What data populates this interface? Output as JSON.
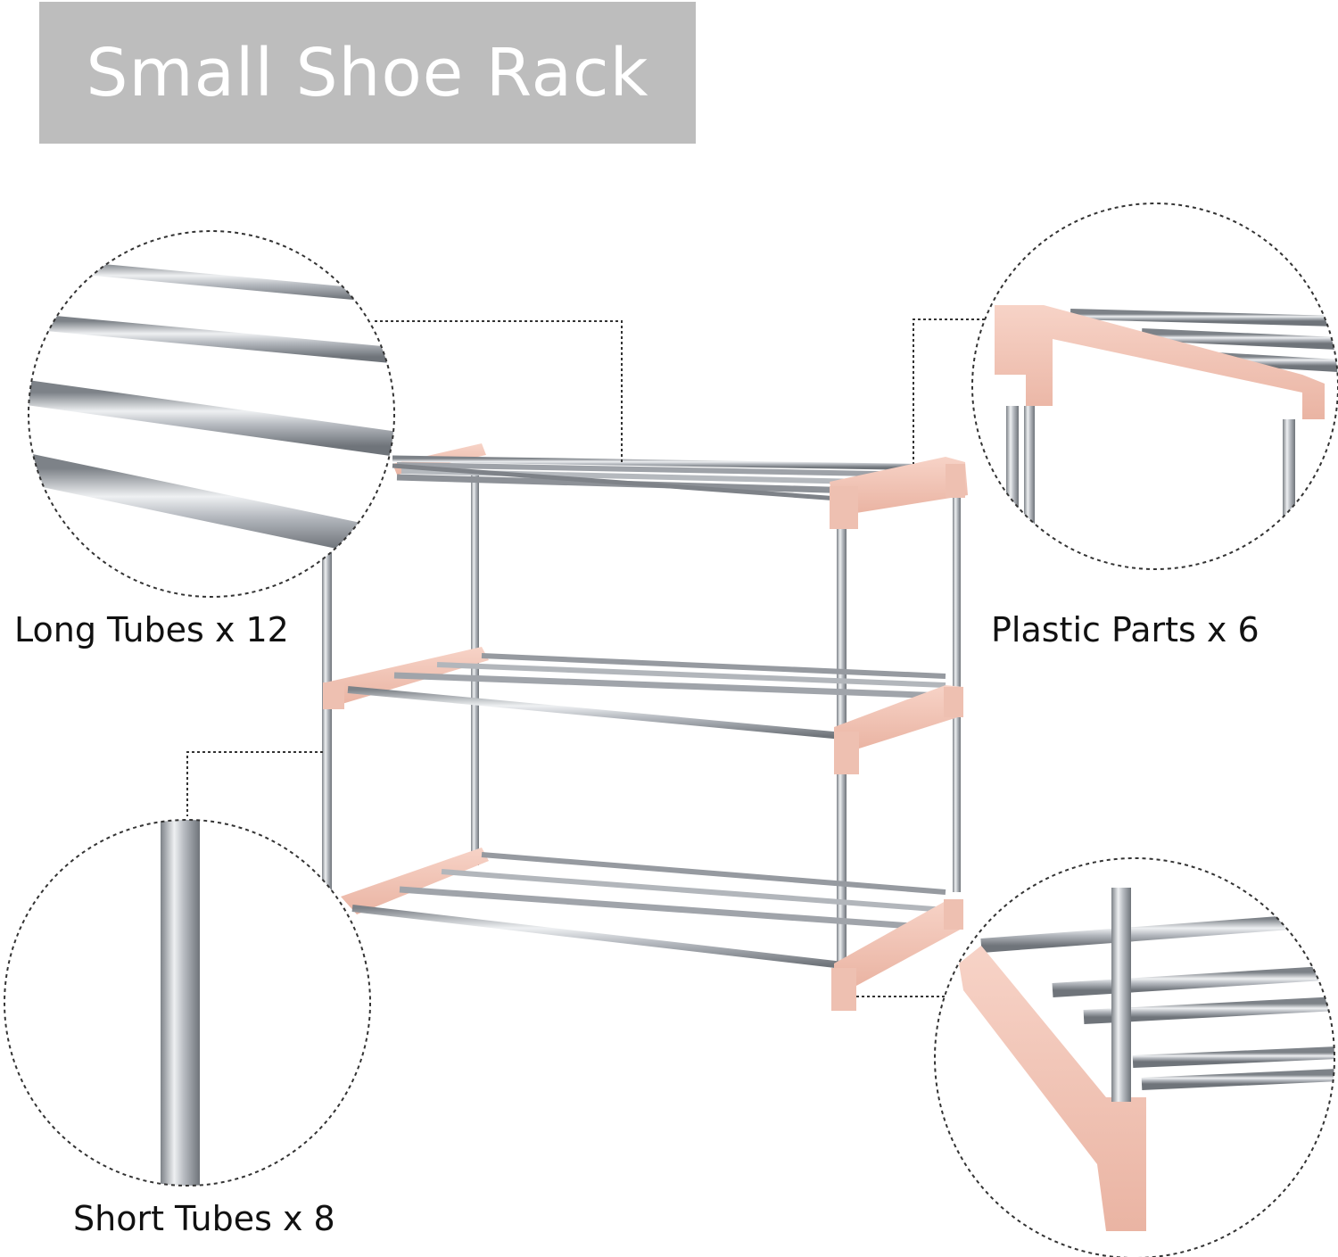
{
  "title": "Small Shoe Rack",
  "labels": {
    "long_tubes": "Long Tubes x 12",
    "plastic_parts": "Plastic Parts x 6",
    "short_tubes": "Short Tubes x 8"
  },
  "colors": {
    "title_background": "#bdbdbd",
    "title_text": "#ffffff",
    "plastic": "#f2c6b8",
    "steel": "#a9adb3",
    "callout_line": "#333333"
  }
}
